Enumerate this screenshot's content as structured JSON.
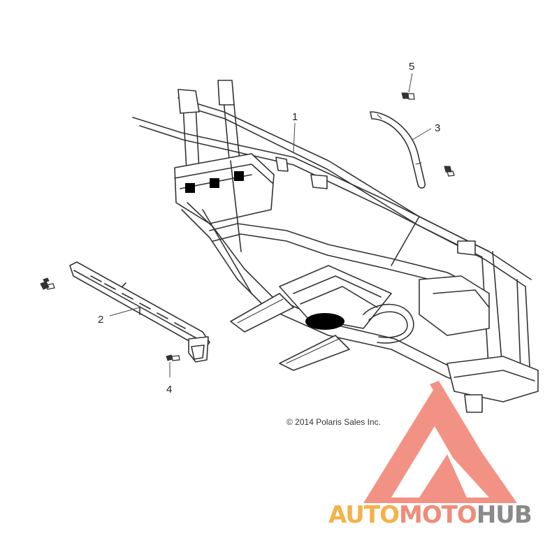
{
  "callouts": [
    {
      "number": "1",
      "part": "main-frame"
    },
    {
      "number": "2",
      "part": "side-rail"
    },
    {
      "number": "3",
      "part": "brace-bar"
    },
    {
      "number": "4",
      "part": "bolt"
    },
    {
      "number": "5",
      "part": "bolt"
    }
  ],
  "copyright": "© 2014 Polaris Sales Inc.",
  "watermark": {
    "brand_part1": "AUTO",
    "brand_part2": "MOTO",
    "brand_part3": "HUB",
    "colors": {
      "auto": "#f3b24a",
      "moto": "#f08c78",
      "hub": "#8a8a8a",
      "triangle": "#f08070"
    }
  }
}
